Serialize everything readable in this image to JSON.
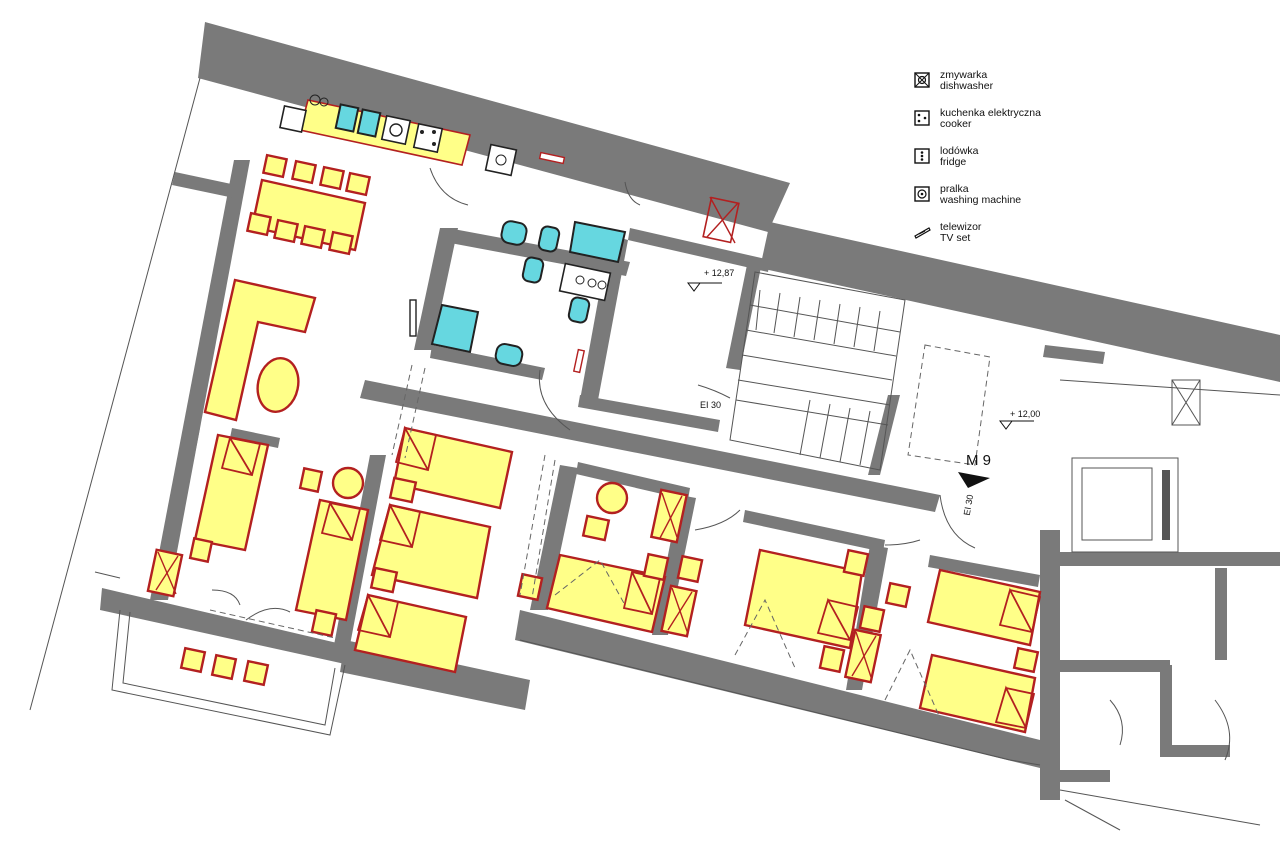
{
  "legend": {
    "items": [
      {
        "pl": "zmywarka",
        "en": "dishwasher",
        "icon": "dishwasher-icon"
      },
      {
        "pl": "kuchenka elektryczna",
        "en": "cooker",
        "icon": "cooker-icon"
      },
      {
        "pl": "lodówka",
        "en": "fridge",
        "icon": "fridge-icon"
      },
      {
        "pl": "pralka",
        "en": "washing machine",
        "icon": "washing-machine-icon"
      },
      {
        "pl": "telewizor",
        "en": "TV set",
        "icon": "tv-set-icon"
      }
    ]
  },
  "labels": {
    "level_upper": "+ 12,87",
    "level_lower": "+ 12,00",
    "fire_rating_1": "EI 30",
    "fire_rating_2": "EI 30",
    "unit": "M 9"
  },
  "colors": {
    "wall": "#7a7a7a",
    "furniture_fill": "#ffff88",
    "furniture_stroke": "#b32020",
    "sanitary_fill": "#66d7e0"
  }
}
